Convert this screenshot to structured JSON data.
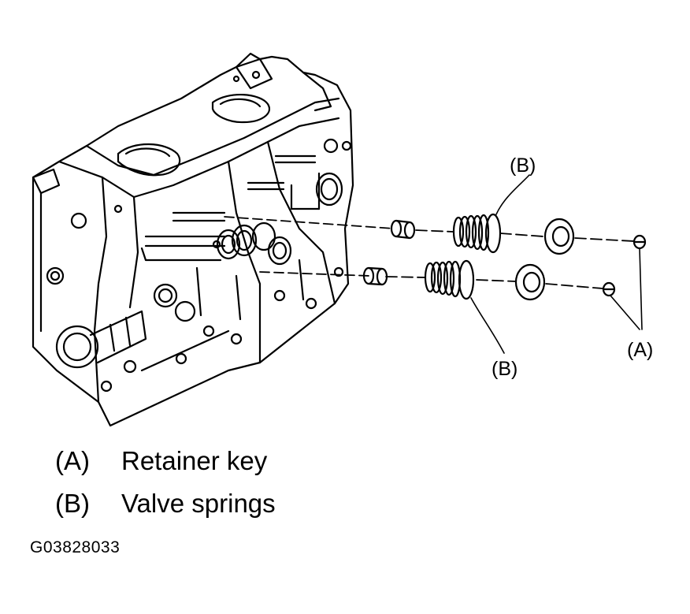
{
  "callouts": {
    "b_top": "(B)",
    "b_bottom": "(B)",
    "a": "(A)"
  },
  "legend": [
    {
      "key": "(A)",
      "label": "Retainer key"
    },
    {
      "key": "(B)",
      "label": "Valve springs"
    }
  ],
  "figure_code": "G03828033",
  "colors": {
    "ink": "#000000",
    "paper": "#ffffff"
  }
}
